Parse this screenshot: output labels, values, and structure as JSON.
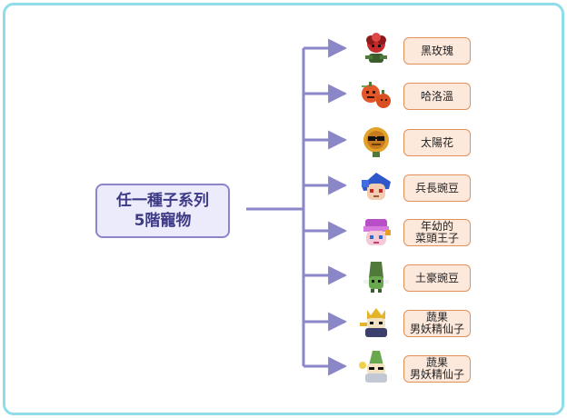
{
  "diagram": {
    "root": {
      "line1": "任一種子系列",
      "line2": "5階寵物"
    },
    "leaves": [
      {
        "lines": [
          "黑玫瑰"
        ],
        "icon": "black-rose-sprite-icon"
      },
      {
        "lines": [
          "哈洛溫"
        ],
        "icon": "halloween-pumpkin-sprite-icon"
      },
      {
        "lines": [
          "太陽花"
        ],
        "icon": "sunflower-sprite-icon"
      },
      {
        "lines": [
          "兵長豌豆"
        ],
        "icon": "captain-pea-sprite-icon"
      },
      {
        "lines": [
          "年幼的",
          "菜頭王子"
        ],
        "icon": "young-radish-prince-sprite-icon"
      },
      {
        "lines": [
          "土豪豌豆"
        ],
        "icon": "rich-pea-sprite-icon"
      },
      {
        "lines": [
          "蔬果",
          "男妖精仙子"
        ],
        "icon": "veggie-male-fairy-sprite-icon"
      },
      {
        "lines": [
          "蔬果",
          "男妖精仙子"
        ],
        "icon": "veggie-male-fairy-sprite-icon-2"
      }
    ],
    "colors": {
      "connector": "#8a86c8",
      "root_fill": "#ecebfb",
      "root_text": "#3d3a86",
      "leaf_fill": "#fde9dc",
      "leaf_border": "#e0915a",
      "frame": "#8fdcea"
    }
  }
}
